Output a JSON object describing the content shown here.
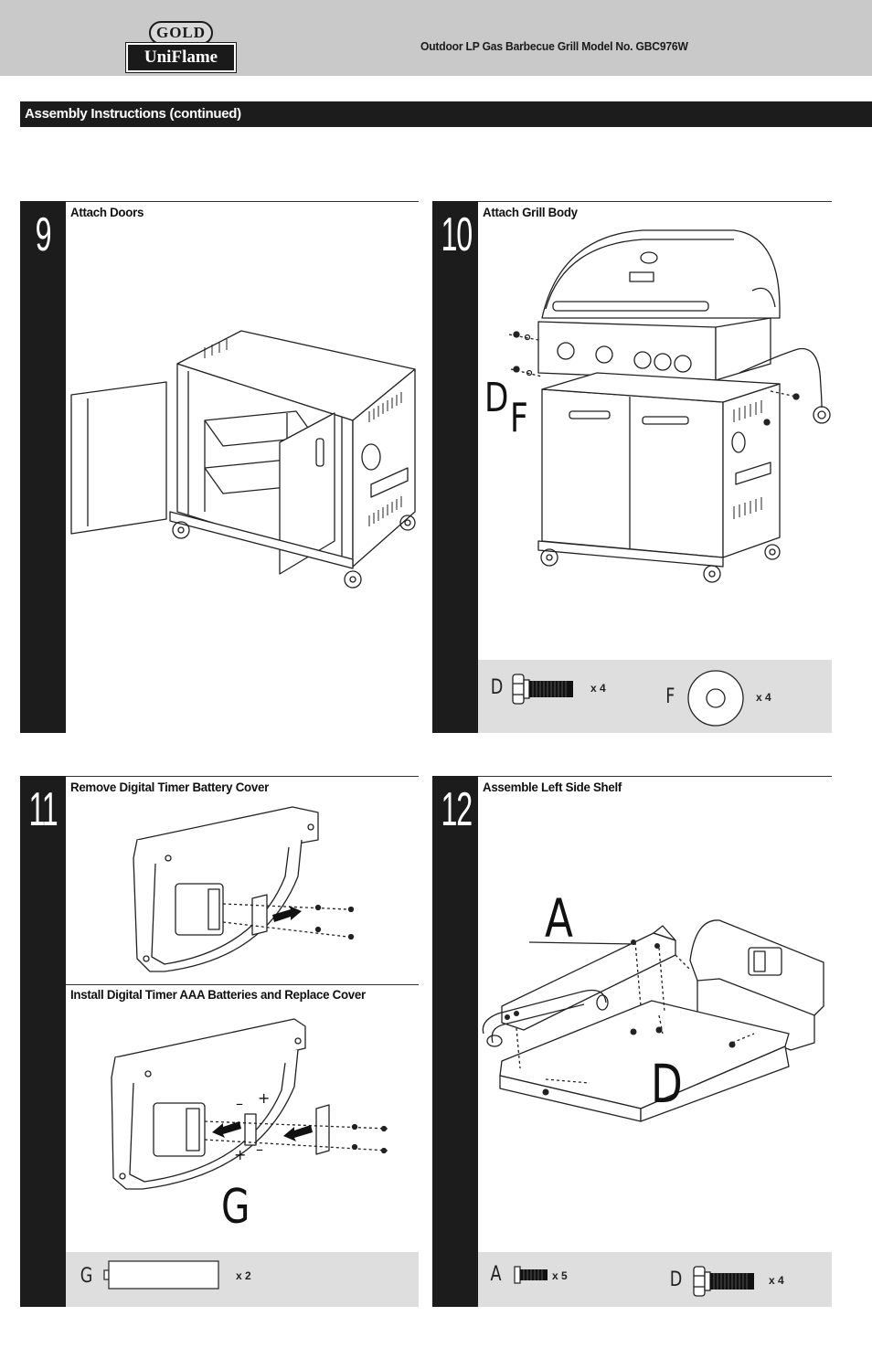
{
  "header": {
    "logo_top": "GOLD",
    "logo_bottom": "UniFlame",
    "title": "Outdoor LP Gas Barbecue Grill  Model No. GBC976W"
  },
  "section": {
    "title": "Assembly Instructions (continued)"
  },
  "steps": [
    {
      "number": "9",
      "title": "Attach Doors"
    },
    {
      "number": "10",
      "title": "Attach Grill Body",
      "callouts": [
        "D",
        "F"
      ],
      "parts": [
        {
          "letter": "D",
          "qty": "x 4",
          "icon": "bolt-icon"
        },
        {
          "letter": "F",
          "qty": "x 4",
          "icon": "washer-icon"
        }
      ]
    },
    {
      "number": "11",
      "title": "Remove Digital Timer Battery Cover",
      "subtitle": "Install Digital Timer AAA Batteries and Replace Cover",
      "callouts": [
        "G"
      ],
      "parts": [
        {
          "letter": "G",
          "qty": "x 2",
          "icon": "aaa-battery-icon"
        }
      ]
    },
    {
      "number": "12",
      "title": "Assemble Left Side Shelf",
      "callouts": [
        "A",
        "D"
      ],
      "parts": [
        {
          "letter": "A",
          "qty": "x 5",
          "icon": "screw-icon"
        },
        {
          "letter": "D",
          "qty": "x 4",
          "icon": "bolt-icon"
        }
      ]
    }
  ]
}
